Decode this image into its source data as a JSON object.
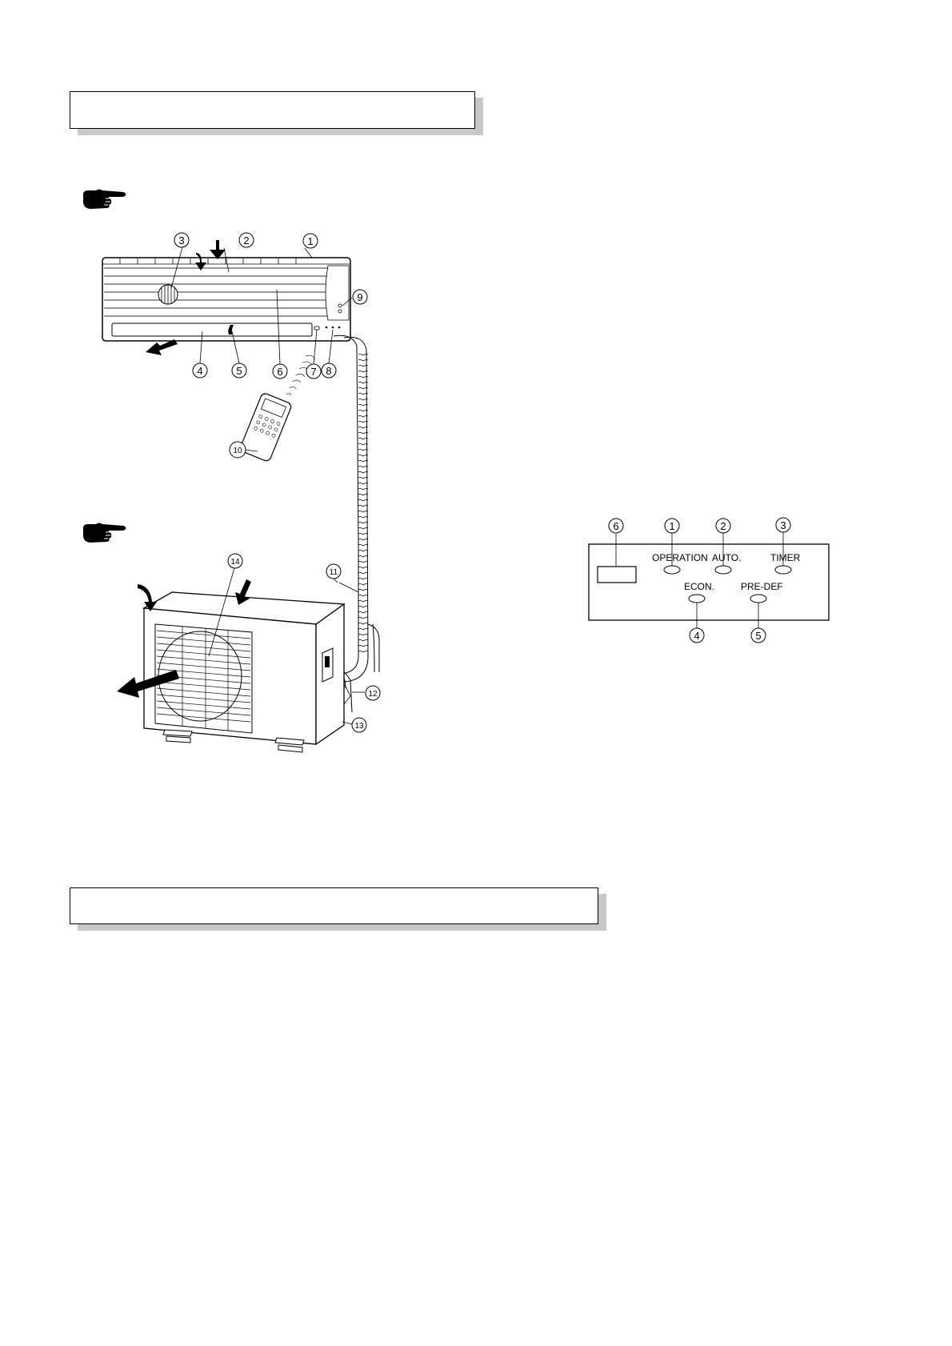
{
  "section_headers": [
    "",
    ""
  ],
  "unit_callouts": [
    "1",
    "2",
    "3",
    "4",
    "5",
    "6",
    "7",
    "8",
    "9",
    "10",
    "11",
    "12",
    "13",
    "14"
  ],
  "panel": {
    "callouts": [
      "1",
      "2",
      "3",
      "4",
      "5",
      "6"
    ],
    "labels": {
      "operation": "OPERATION",
      "auto": "AUTO.",
      "timer": "TIMER",
      "econ": "ECON.",
      "predef": "PRE-DEF"
    }
  },
  "icons": [
    "pointing-hand-icon",
    "pointing-hand-icon"
  ]
}
